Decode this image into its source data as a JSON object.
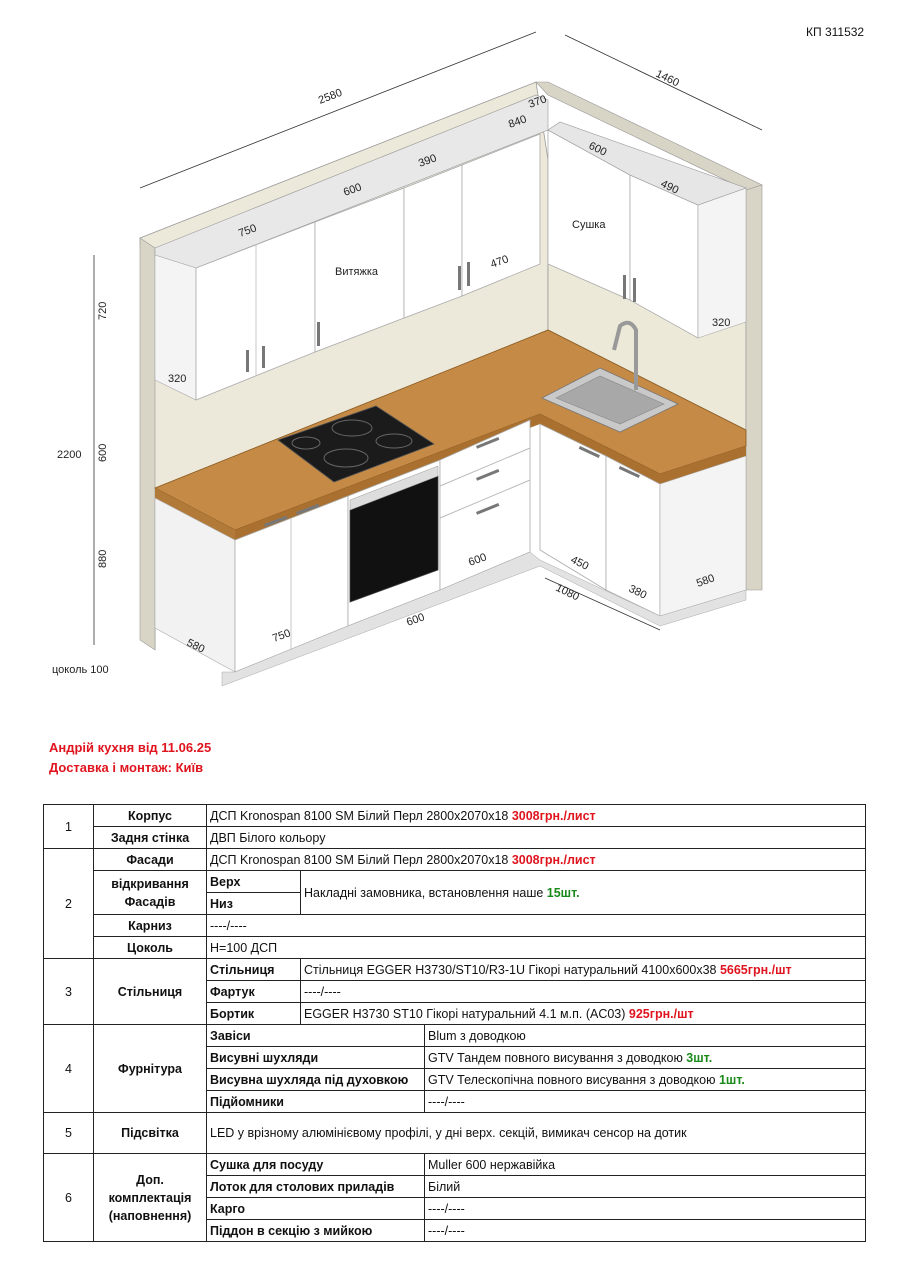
{
  "document_code": "КП 311532",
  "drawing": {
    "dimensions": [
      "2580",
      "1460",
      "370",
      "840",
      "390",
      "600",
      "600",
      "750",
      "490",
      "320",
      "470",
      "320",
      "720",
      "2200",
      "600",
      "880",
      "580",
      "750",
      "600",
      "600",
      "450",
      "1080",
      "380",
      "580"
    ],
    "labels": {
      "hood": "Витяжка",
      "dryer": "Сушка"
    },
    "plinth_note": "цоколь 100"
  },
  "header": {
    "line1": "Андрій кухня від 11.06.25",
    "line2": "Доставка і монтаж: Київ"
  },
  "table": {
    "r1": {
      "num": "1",
      "korpus": "Корпус",
      "korpus_val": "ДСП Kronospan 8100 SM Білий Перл 2800х2070х18 ",
      "korpus_price": "3008грн./лист",
      "back": "Задня стінка",
      "back_val": "ДВП Білого кольору"
    },
    "r2": {
      "num": "2",
      "facades": "Фасади",
      "facades_val": "ДСП Kronospan 8100 SM Білий Перл 2800х2070х18 ",
      "facades_price": "3008грн./лист",
      "opening": "відкривання Фасадів",
      "top": "Верх",
      "bottom": "Низ",
      "opening_val": "Накладні замовника, встановлення наше ",
      "opening_qty": "15шт.",
      "cornice": "Карниз",
      "cornice_val": "----/----",
      "plinth": "Цоколь",
      "plinth_val": "H=100 ДСП"
    },
    "r3": {
      "num": "3",
      "cat": "Стільниця",
      "worktop": "Стільниця",
      "worktop_val": "Стільниця EGGER H3730/ST10/R3-1U Гікорі натуральний 4100х600х38 ",
      "worktop_price": "5665грн./шт",
      "apron": "Фартук",
      "apron_val": "----/----",
      "edge": "Бортик",
      "edge_val": "EGGER H3730 ST10 Гікорі натуральний 4.1 м.п. (AC03) ",
      "edge_price": "925грн./шт"
    },
    "r4": {
      "num": "4",
      "cat": "Фурнітура",
      "hinges": "Завіси",
      "hinges_val": "Blum з доводкою",
      "drawers": "Висувні шухляди",
      "drawers_val": "GTV Тандем повного висування з доводкою ",
      "drawers_qty": "3шт.",
      "oven_drawer": "Висувна шухляда під духовкою",
      "oven_drawer_val": "GTV Телескопічна повного висування з доводкою ",
      "oven_drawer_qty": "1шт.",
      "lifts": "Підйомники",
      "lifts_val": "----/----"
    },
    "r5": {
      "num": "5",
      "cat": "Підсвітка",
      "val": "LED у врізному алюмінієвому профілі, у дні верх. секцій, вимикач сенсор на дотик"
    },
    "r6": {
      "num": "6",
      "cat": "Доп. комплектація (наповнення)",
      "dish": "Сушка для посуду",
      "dish_val": "Muller 600 нержавійка",
      "cutlery": "Лоток для столових приладів",
      "cutlery_val": "Білий",
      "cargo": "Карго",
      "cargo_val": "----/----",
      "sink_tray": "Піддон в секцію з мийкою",
      "sink_tray_val": "----/----"
    }
  }
}
